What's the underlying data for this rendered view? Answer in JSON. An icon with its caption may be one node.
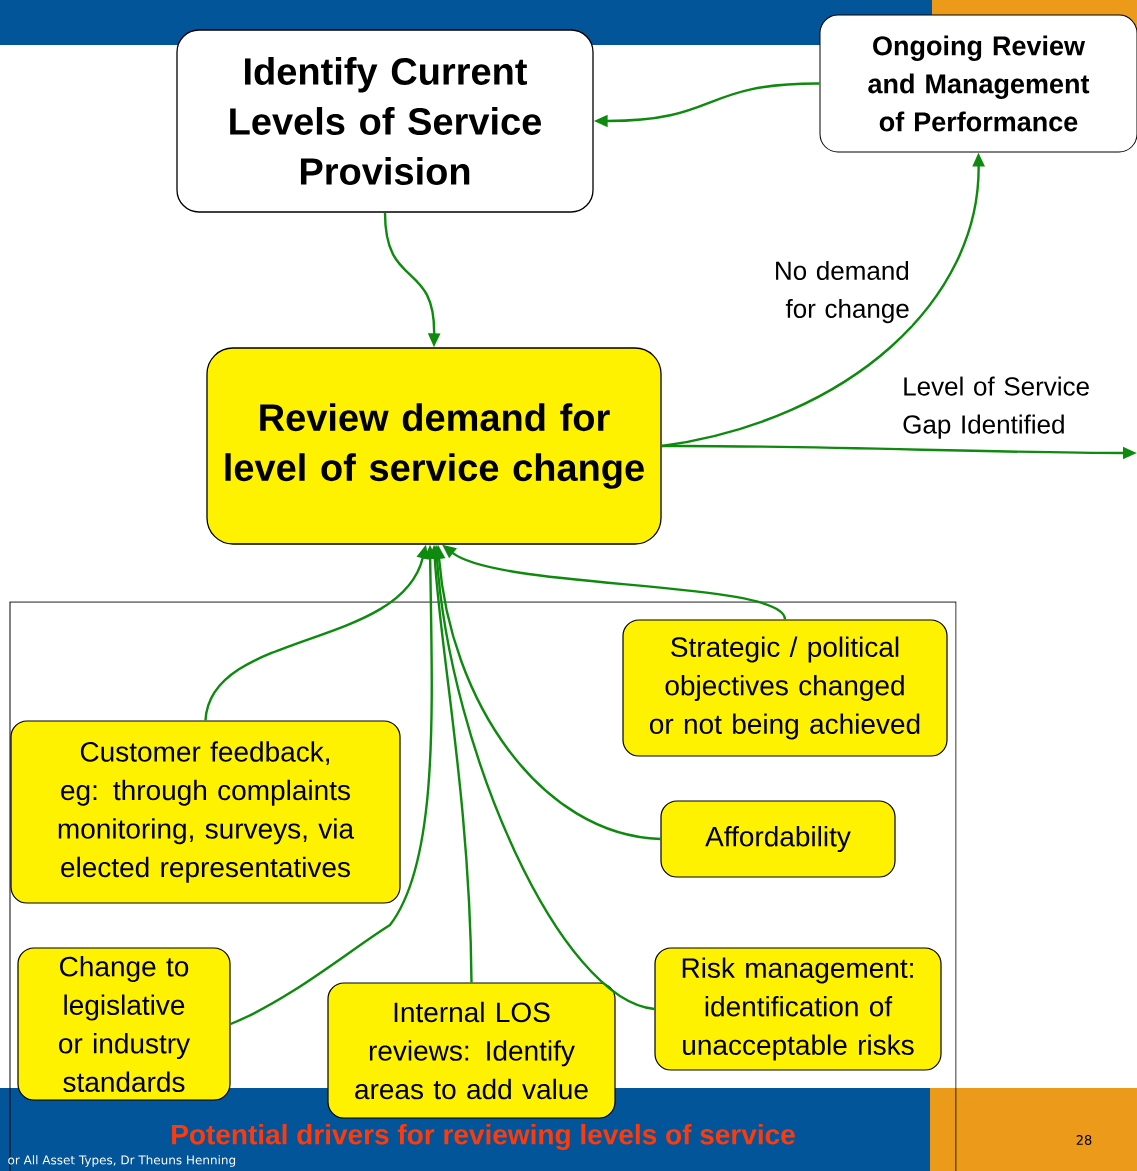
{
  "diagram": {
    "title": "Potential drivers for reviewing levels of service",
    "nodes": [
      {
        "text": [
          "Identify Current Levels of Service Provision"
        ]
      },
      {
        "text": [
          "Ongoing Review and Management of Performance"
        ]
      },
      {
        "text": [
          "Review demand for level of service change"
        ]
      },
      {
        "text": [],
        "shape": "box"
      },
      {
        "text": [
          "Strategic / political objectives changed or not being achieved"
        ],
        "in": 3
      },
      {
        "text": [
          "Customer feedback, eg: through complaints monitoring, surveys, via elected representatives"
        ],
        "in": 3
      },
      {
        "text": [
          "Affordability"
        ],
        "in": 3
      },
      {
        "text": [
          "Change to legislative or industry standards"
        ],
        "in": 3
      },
      {
        "text": [
          "Internal LOS reviews:  Identify areas to add value"
        ],
        "in": 3
      },
      {
        "text": [
          "Risk management: identification of unacceptable risks"
        ],
        "in": 3
      }
    ],
    "edges": [
      {
        "from": 1,
        "to": 0,
        "arrow": "to"
      },
      {
        "from": 0,
        "to": 2,
        "arrow": "to"
      },
      {
        "from": 2,
        "to": 1,
        "arrow": "to",
        "label": "No demand for change"
      },
      {
        "from": 2,
        "to": null,
        "arrow": "to",
        "label": "Level of Service Gap Identified"
      },
      {
        "from": 4,
        "to": 2,
        "arrow": "to"
      },
      {
        "from": 5,
        "to": 2,
        "arrow": "to"
      },
      {
        "from": 6,
        "to": 2,
        "arrow": "to"
      },
      {
        "from": 7,
        "to": 2,
        "arrow": "to"
      },
      {
        "from": 8,
        "to": 2,
        "arrow": "to"
      },
      {
        "from": 9,
        "to": 2,
        "arrow": "to"
      }
    ],
    "labels": [
      "or All Asset Types, Dr Theuns Henning",
      "28"
    ]
  }
}
